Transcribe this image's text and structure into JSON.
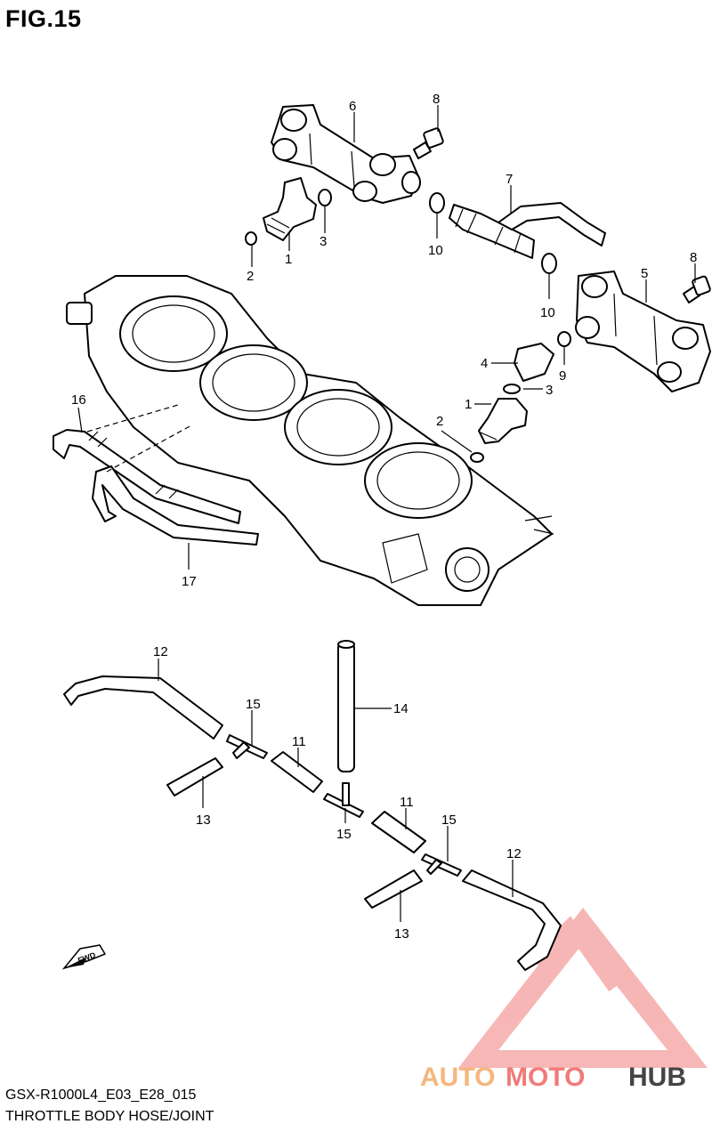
{
  "figure": {
    "title": "FIG.15"
  },
  "captions": {
    "model_code": "GSX-R1000L4_E03_E28_015",
    "section_name": "THROTTLE BODY HOSE/JOINT"
  },
  "fwd_label": "FWD",
  "watermark": {
    "prefix": "AUTO",
    "middle": "MOTO",
    "suffix": "HUB",
    "color_prefix": "#f4b77e",
    "color_middle": "#f07b7b",
    "color_suffix": "#444444"
  },
  "callouts": [
    {
      "label": "6"
    },
    {
      "label": "8"
    },
    {
      "label": "7"
    },
    {
      "label": "3"
    },
    {
      "label": "10"
    },
    {
      "label": "1"
    },
    {
      "label": "2"
    },
    {
      "label": "5"
    },
    {
      "label": "8"
    },
    {
      "label": "10"
    },
    {
      "label": "9"
    },
    {
      "label": "4"
    },
    {
      "label": "3"
    },
    {
      "label": "1"
    },
    {
      "label": "2"
    },
    {
      "label": "16"
    },
    {
      "label": "17"
    },
    {
      "label": "12"
    },
    {
      "label": "14"
    },
    {
      "label": "15"
    },
    {
      "label": "11"
    },
    {
      "label": "13"
    },
    {
      "label": "15"
    },
    {
      "label": "11"
    },
    {
      "label": "15"
    },
    {
      "label": "12"
    },
    {
      "label": "13"
    }
  ]
}
